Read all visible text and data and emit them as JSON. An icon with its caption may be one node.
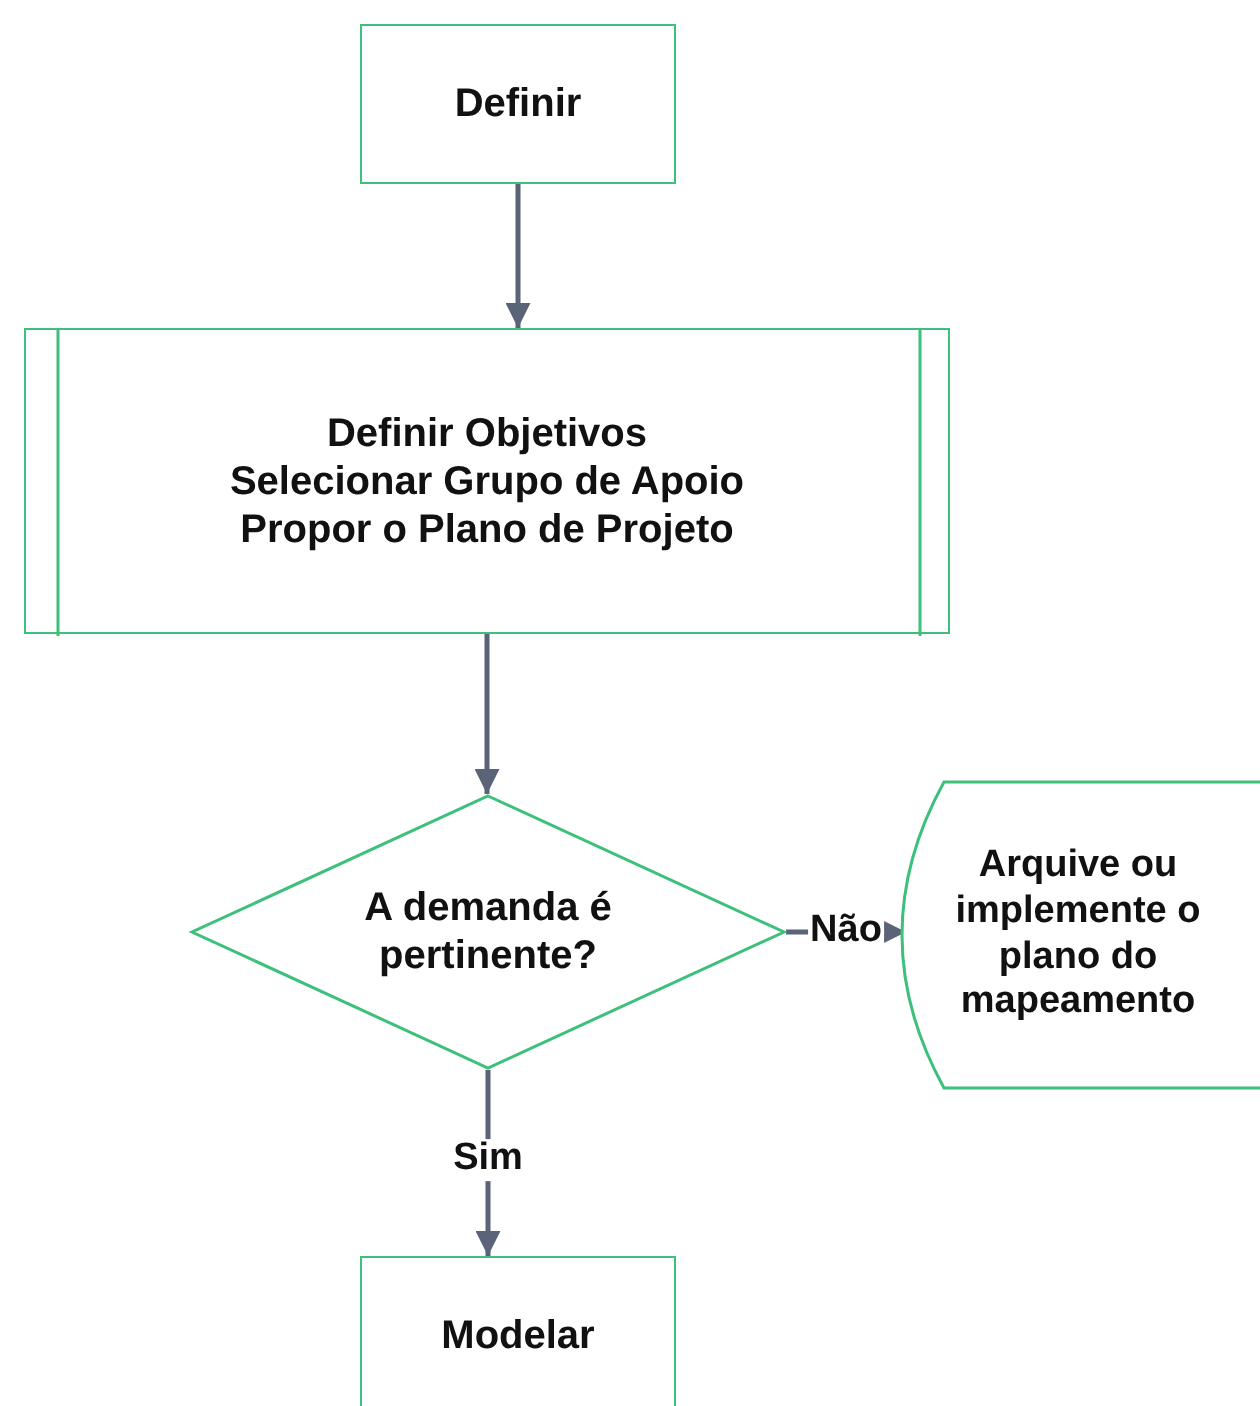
{
  "diagram": {
    "nodes": [
      {
        "text": [
          "Definir"
        ]
      },
      {
        "text": [
          "Definir Objetivos",
          "Selecionar Grupo de Apoio",
          "Propor o Plano de Projeto"
        ]
      },
      {
        "text": [
          "A demanda é pertinente?"
        ]
      },
      {
        "text": [
          "Arquive ou implemente o plano do mapeamento"
        ]
      },
      {
        "text": [
          "Modelar"
        ]
      }
    ],
    "edges": [
      {
        "from": 0,
        "to": 1,
        "arrow": "to"
      },
      {
        "from": 1,
        "to": 2,
        "arrow": "to"
      },
      {
        "from": 2,
        "to": 3,
        "arrow": "to",
        "label": "Não"
      },
      {
        "from": 2,
        "to": 4,
        "arrow": "to",
        "label": "Sim"
      }
    ]
  }
}
